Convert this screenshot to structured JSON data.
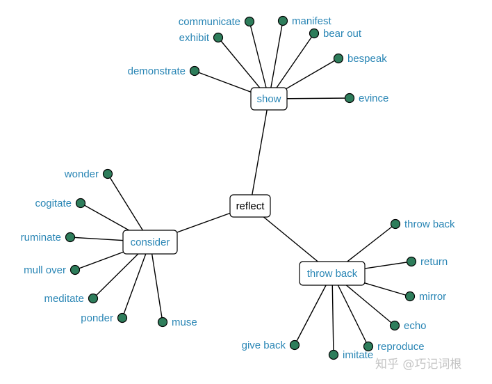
{
  "root": {
    "label": "reflect"
  },
  "branches": [
    {
      "hub": "show",
      "leaves": [
        "communicate",
        "manifest",
        "exhibit",
        "bear out",
        "bespeak",
        "demonstrate",
        "evince"
      ]
    },
    {
      "hub": "consider",
      "leaves": [
        "wonder",
        "cogitate",
        "ruminate",
        "mull over",
        "meditate",
        "ponder",
        "muse"
      ]
    },
    {
      "hub": "throw back",
      "leaves": [
        "throw back",
        "return",
        "mirror",
        "echo",
        "reproduce",
        "give back",
        "imitate"
      ]
    }
  ],
  "watermark": "知乎 @巧记词根",
  "colors": {
    "leaf_dot": "#2e7d5b",
    "leaf_text": "#2a86b5",
    "hub_text": "#2a86b5",
    "root_text": "#000000",
    "edge": "#000000"
  }
}
